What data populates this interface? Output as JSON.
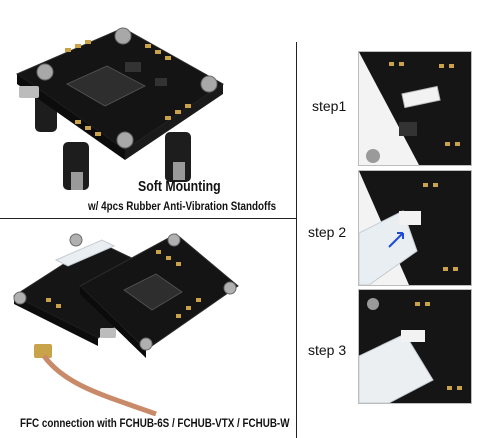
{
  "top_caption": {
    "title": "Soft Mounting",
    "subtitle": "w/ 4pcs Rubber Anti-Vibration Standoffs"
  },
  "bottom_caption": "FFC connection with FCHUB-6S / FCHUB-VTX / FCHUB-W",
  "steps": [
    {
      "label": "step1"
    },
    {
      "label": "step 2"
    },
    {
      "label": "step 3"
    }
  ],
  "colors": {
    "pcb": "#141414",
    "pad_gold": "#c9a24a",
    "standoff": "#9a9a9a",
    "divider": "#222222",
    "photo_border": "#bdbdbd",
    "ribbon": "#e9eef2",
    "coax": "#c98a6a"
  }
}
